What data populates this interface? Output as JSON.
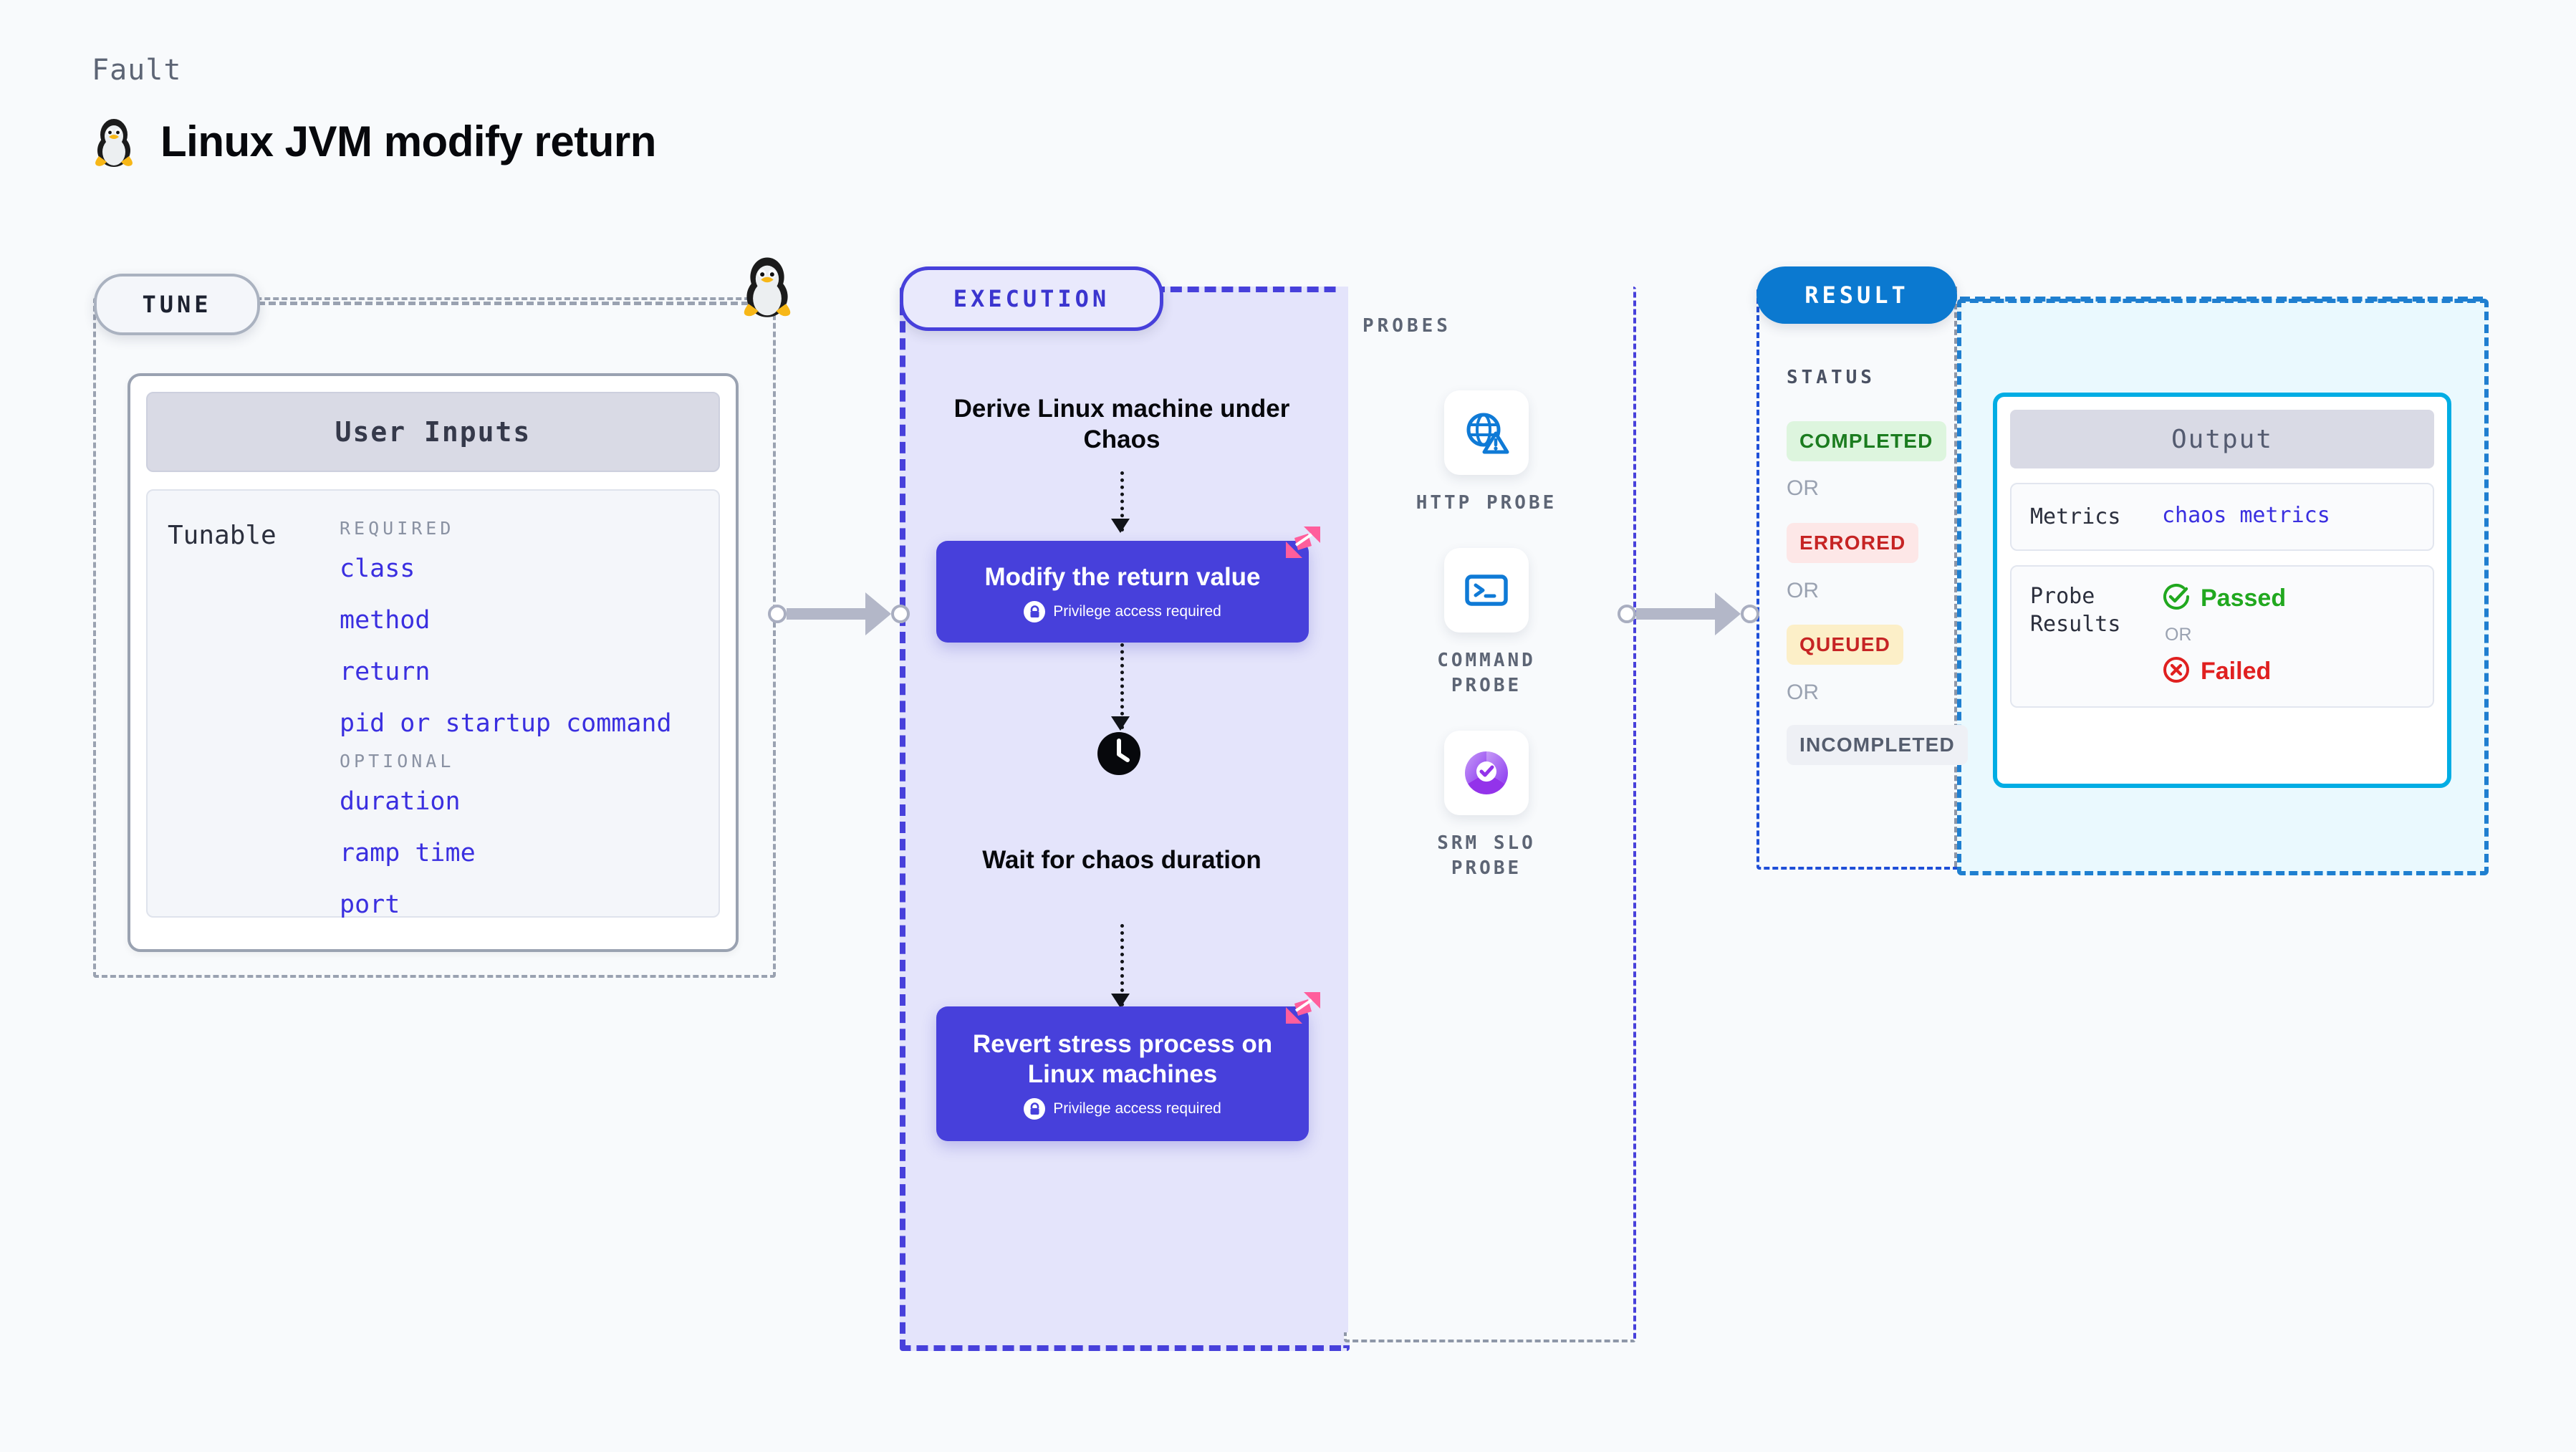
{
  "header": {
    "kicker": "Fault",
    "title": "Linux JVM modify return",
    "icon": "tux-penguin-icon"
  },
  "stages": {
    "tune": {
      "pill_label": "TUNE"
    },
    "execution": {
      "pill_label": "EXECUTION"
    },
    "result": {
      "pill_label": "RESULT"
    }
  },
  "tune": {
    "card_title": "User Inputs",
    "row_label": "Tunable",
    "required_label": "REQUIRED",
    "required": [
      "class",
      "method",
      "return",
      "pid or startup command"
    ],
    "optional_label": "OPTIONAL",
    "optional": [
      "duration",
      "ramp time",
      "port"
    ]
  },
  "execution": {
    "step1": "Derive Linux machine under Chaos",
    "action1": {
      "title": "Modify the return value",
      "note": "Privilege access required"
    },
    "step3": "Wait for chaos duration",
    "action2": {
      "title": "Revert stress process on Linux machines",
      "note": "Privilege access required"
    }
  },
  "probes": {
    "title": "PROBES",
    "items": [
      {
        "label": "HTTP  PROBE",
        "icon": "globe-warning-icon"
      },
      {
        "label": "COMMAND PROBE",
        "icon": "terminal-icon"
      },
      {
        "label": "SRM  SLO PROBE",
        "icon": "slo-donut-check-icon"
      }
    ]
  },
  "result": {
    "status_title": "STATUS",
    "or_label": "OR",
    "statuses": [
      {
        "label": "COMPLETED",
        "color": "#1b7c1f",
        "bg": "#DDF5DE"
      },
      {
        "label": "ERRORED",
        "color": "#c62424",
        "bg": "#FDE7E7"
      },
      {
        "label": "QUEUED",
        "color": "#c62424",
        "bg": "#FCEFC8"
      },
      {
        "label": "INCOMPLETED",
        "color": "#555d6e",
        "bg": "#EEF0F5"
      }
    ]
  },
  "output": {
    "card_title": "Output",
    "metrics_key": "Metrics",
    "metrics_value": "chaos metrics",
    "probe_key": "Probe Results",
    "passed_label": "Passed",
    "or_label": "OR",
    "failed_label": "Failed"
  },
  "colors": {
    "accent_purple": "#4740DB",
    "accent_blue": "#0b79d0",
    "output_border": "#00ade4",
    "harness_pink": "#FF5E9C",
    "page_bg": "#F8FAFC",
    "exec_bg": "#E4E4FB",
    "output_bg": "#EAF9FE"
  }
}
